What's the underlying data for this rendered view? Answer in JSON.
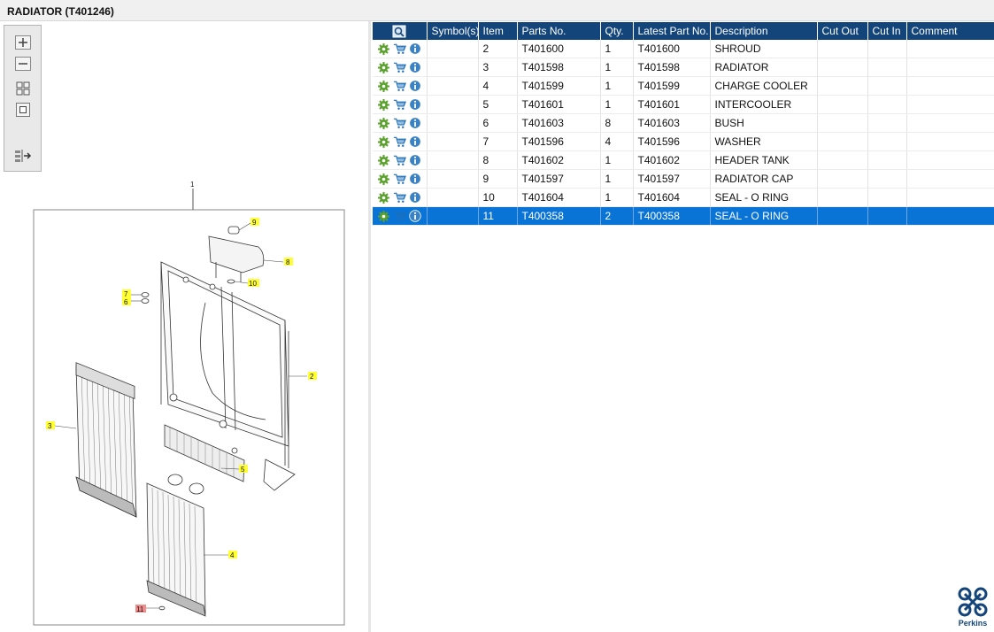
{
  "window": {
    "title": "RADIATOR (T401246)"
  },
  "zoom_toolbar": {
    "tools": [
      "zoom-in",
      "zoom-out",
      "fit-all",
      "fit-page",
      "toggle-panel"
    ]
  },
  "diagram": {
    "callouts": {
      "assembly": "1",
      "shroud": "2",
      "radiator": "3",
      "charge_cooler": "4",
      "intercooler": "5",
      "bush": "6",
      "washer": "7",
      "header_tank": "8",
      "radiator_cap": "9",
      "seal_upper": "10",
      "seal_lower": "11"
    },
    "highlight_color": "#ffff33",
    "selected_callout_color": "#f28c8c"
  },
  "table": {
    "columns": [
      "Symbol(s)",
      "Item",
      "Parts No.",
      "Qty.",
      "Latest Part No.",
      "Description",
      "Cut Out",
      "Cut In",
      "Comment"
    ],
    "rows": [
      {
        "symbols": "",
        "item": "2",
        "part_no": "T401600",
        "qty": "1",
        "latest": "T401600",
        "desc": "SHROUD",
        "cut_out": "",
        "cut_in": "",
        "comment": ""
      },
      {
        "symbols": "",
        "item": "3",
        "part_no": "T401598",
        "qty": "1",
        "latest": "T401598",
        "desc": "RADIATOR",
        "cut_out": "",
        "cut_in": "",
        "comment": ""
      },
      {
        "symbols": "",
        "item": "4",
        "part_no": "T401599",
        "qty": "1",
        "latest": "T401599",
        "desc": "CHARGE COOLER",
        "cut_out": "",
        "cut_in": "",
        "comment": ""
      },
      {
        "symbols": "",
        "item": "5",
        "part_no": "T401601",
        "qty": "1",
        "latest": "T401601",
        "desc": "INTERCOOLER",
        "cut_out": "",
        "cut_in": "",
        "comment": ""
      },
      {
        "symbols": "",
        "item": "6",
        "part_no": "T401603",
        "qty": "8",
        "latest": "T401603",
        "desc": "BUSH",
        "cut_out": "",
        "cut_in": "",
        "comment": ""
      },
      {
        "symbols": "",
        "item": "7",
        "part_no": "T401596",
        "qty": "4",
        "latest": "T401596",
        "desc": "WASHER",
        "cut_out": "",
        "cut_in": "",
        "comment": ""
      },
      {
        "symbols": "",
        "item": "8",
        "part_no": "T401602",
        "qty": "1",
        "latest": "T401602",
        "desc": "HEADER TANK",
        "cut_out": "",
        "cut_in": "",
        "comment": ""
      },
      {
        "symbols": "",
        "item": "9",
        "part_no": "T401597",
        "qty": "1",
        "latest": "T401597",
        "desc": "RADIATOR CAP",
        "cut_out": "",
        "cut_in": "",
        "comment": ""
      },
      {
        "symbols": "",
        "item": "10",
        "part_no": "T401604",
        "qty": "1",
        "latest": "T401604",
        "desc": "SEAL - O RING",
        "cut_out": "",
        "cut_in": "",
        "comment": ""
      },
      {
        "symbols": "",
        "item": "11",
        "part_no": "T400358",
        "qty": "2",
        "latest": "T400358",
        "desc": "SEAL - O RING",
        "cut_out": "",
        "cut_in": "",
        "comment": ""
      }
    ],
    "selected_row": 9,
    "header_color": "#14457a",
    "selection_color": "#0a73d6",
    "row_icons": [
      "gear-icon",
      "cart-icon",
      "info-icon"
    ]
  },
  "branding": {
    "logo_text": "Perkins"
  }
}
